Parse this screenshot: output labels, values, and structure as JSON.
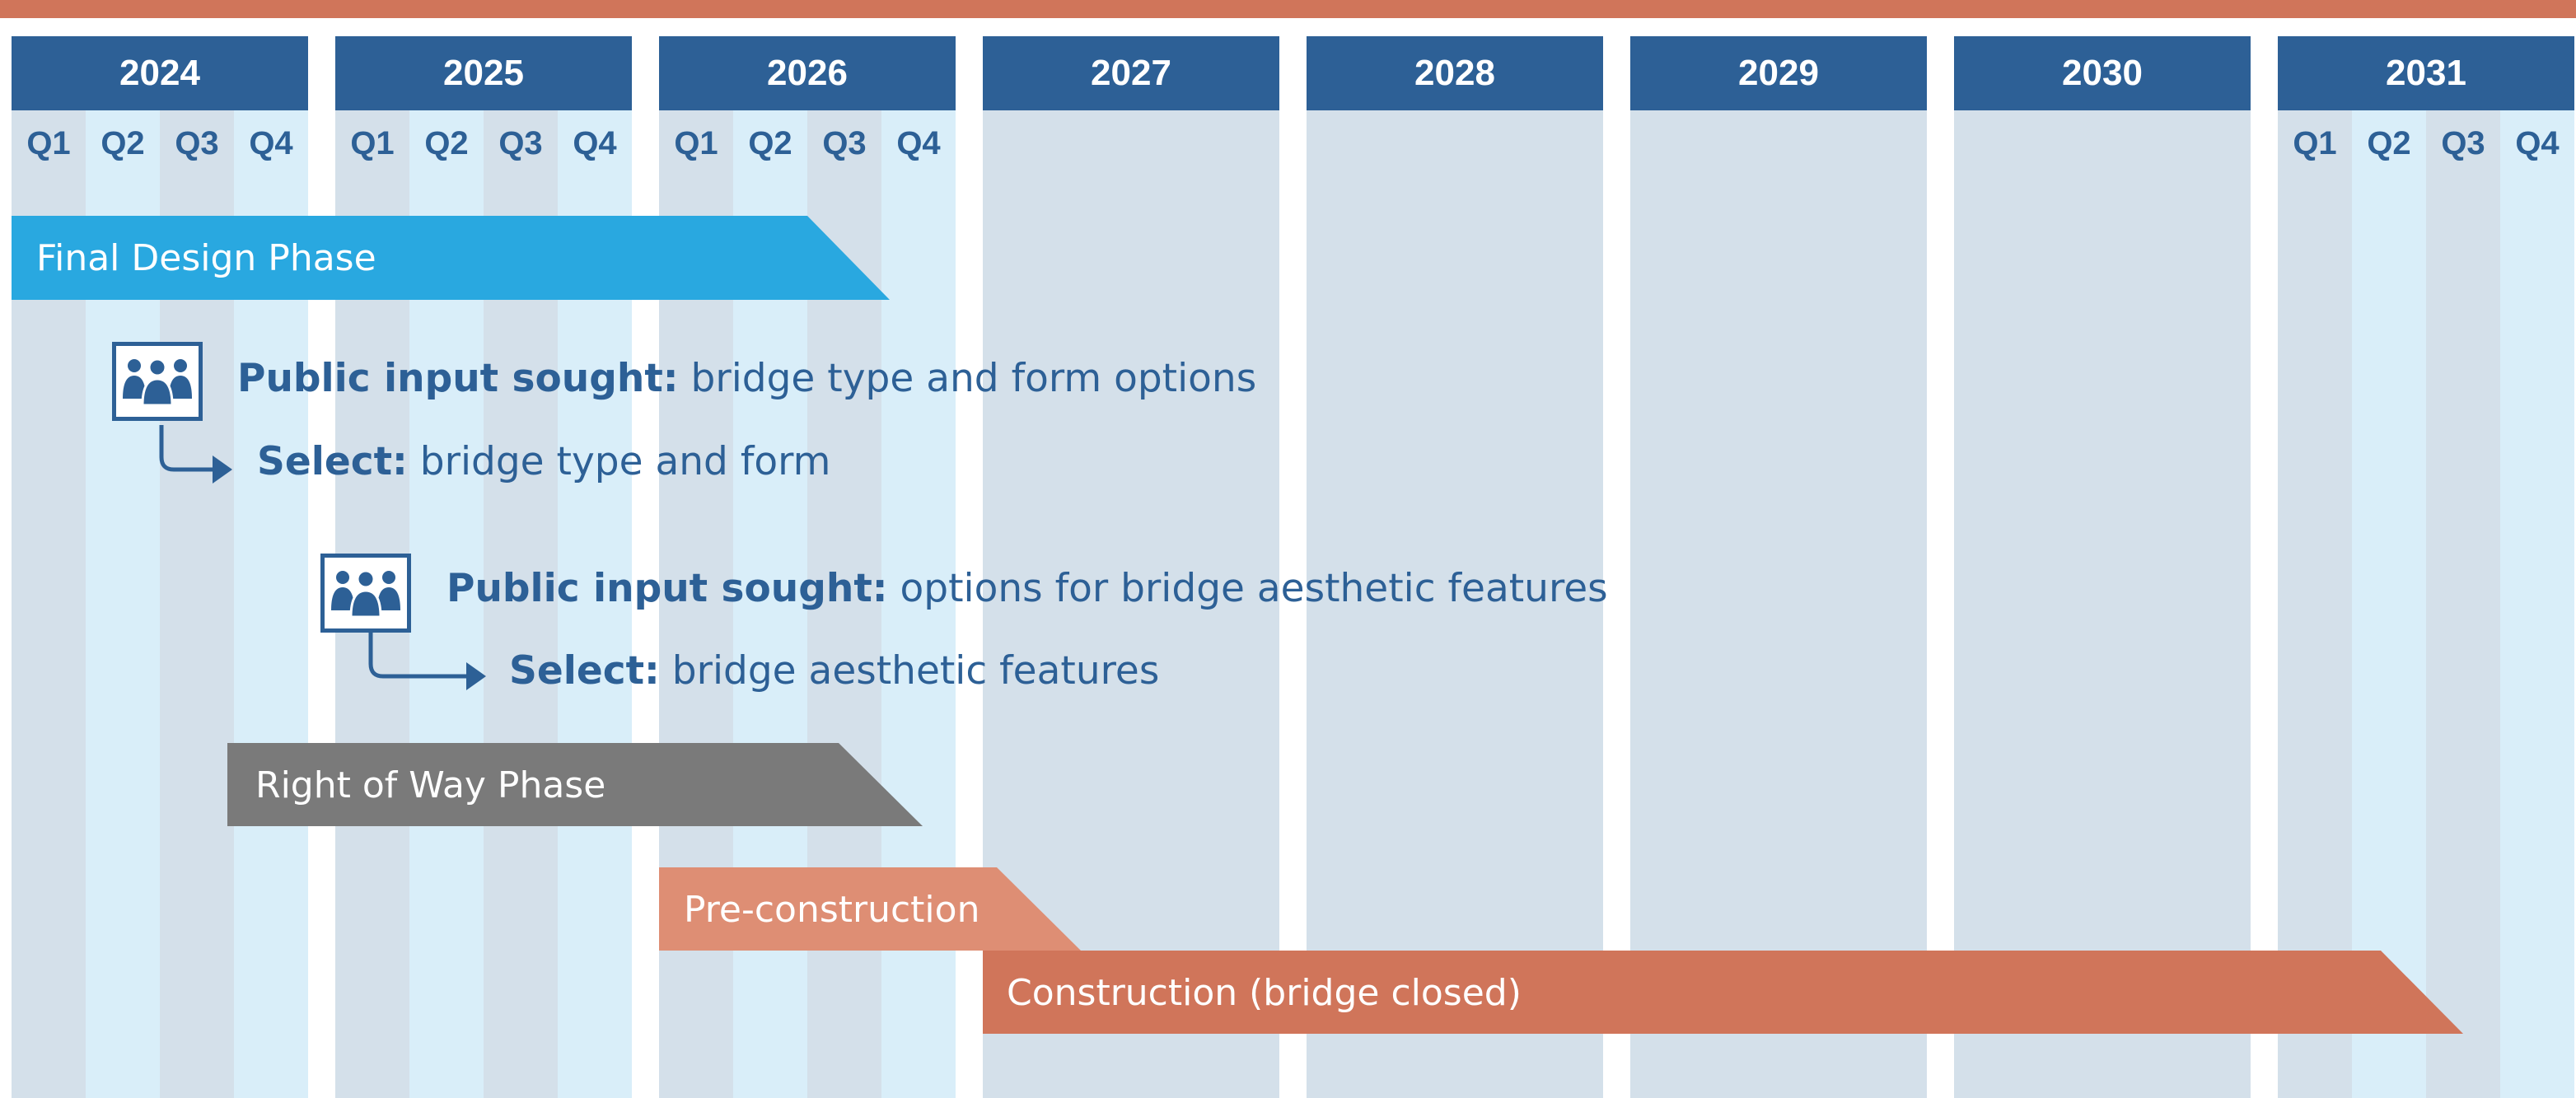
{
  "years": [
    "2024",
    "2025",
    "2026",
    "2027",
    "2028",
    "2029",
    "2030",
    "2031"
  ],
  "quarters_2024": [
    "Q1",
    "Q2",
    "Q3",
    "Q4"
  ],
  "quarters_2025": [
    "Q1",
    "Q2",
    "Q3",
    "Q4"
  ],
  "quarters_2026": [
    "Q1",
    "Q2",
    "Q3",
    "Q4"
  ],
  "quarters_2031": [
    "Q1",
    "Q2",
    "Q3",
    "Q4"
  ],
  "phases": {
    "final_design": "Final Design Phase",
    "right_of_way": "Right of Way Phase",
    "pre_construction": "Pre-construction",
    "construction": "Construction (bridge closed)"
  },
  "milestones": [
    {
      "lead": "Public input sought:",
      "text": " bridge type and form options"
    },
    {
      "lead": "Select:",
      "text": " bridge type and form"
    },
    {
      "lead": "Public input sought:",
      "text": " options for bridge aesthetic features"
    },
    {
      "lead": "Select:",
      "text": " bridge aesthetic features"
    }
  ],
  "icons": [
    "people-group-icon",
    "people-group-icon"
  ],
  "colors": {
    "header": "#2d6096",
    "column_light": "#d4e0ea",
    "column_stripe": "#d9eef9",
    "final_design": "#29a8e0",
    "right_of_way": "#7a7a7a",
    "pre_construction": "#de8e74",
    "construction": "#d0755a",
    "top_rule": "#d0755a"
  }
}
